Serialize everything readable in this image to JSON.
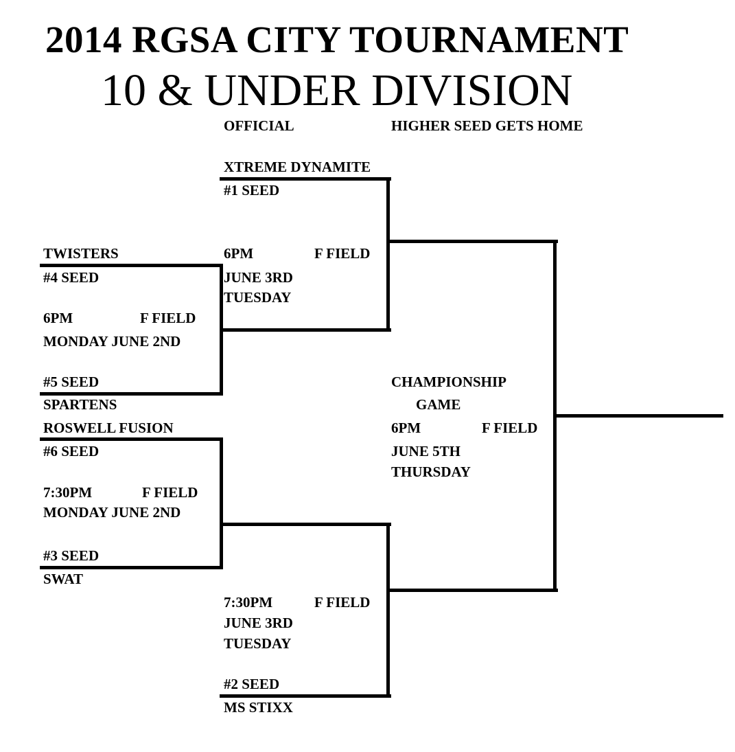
{
  "header": {
    "title": "2014 RGSA CITY TOURNAMENT",
    "subtitle": "10 & UNDER DIVISION",
    "official": "OFFICIAL",
    "note": "HIGHER SEED GETS HOME"
  },
  "round1": {
    "game1": {
      "top_team": "TWISTERS",
      "top_seed": "#4 SEED",
      "time": "6PM",
      "field": "F FIELD",
      "date": "MONDAY JUNE 2ND",
      "bottom_seed": "#5 SEED",
      "bottom_team": "SPARTENS"
    },
    "game2": {
      "top_team": "ROSWELL FUSION",
      "top_seed": "#6 SEED",
      "time": "7:30PM",
      "field": "F FIELD",
      "date": "MONDAY JUNE 2ND",
      "bottom_seed": "#3 SEED",
      "bottom_team": "SWAT"
    }
  },
  "semifinals": {
    "game1": {
      "top_team": "XTREME DYNAMITE",
      "top_seed": "#1 SEED",
      "time": "6PM",
      "field": "F FIELD",
      "date": "JUNE 3RD",
      "day": "TUESDAY"
    },
    "game2": {
      "time": "7:30PM",
      "field": "F FIELD",
      "date": "JUNE 3RD",
      "day": "TUESDAY",
      "bottom_seed": "#2 SEED",
      "bottom_team": "MS STIXX"
    }
  },
  "championship": {
    "line1": "CHAMPIONSHIP",
    "line2": "GAME",
    "time": "6PM",
    "field": "F FIELD",
    "date": "JUNE 5TH",
    "day": "THURSDAY"
  }
}
